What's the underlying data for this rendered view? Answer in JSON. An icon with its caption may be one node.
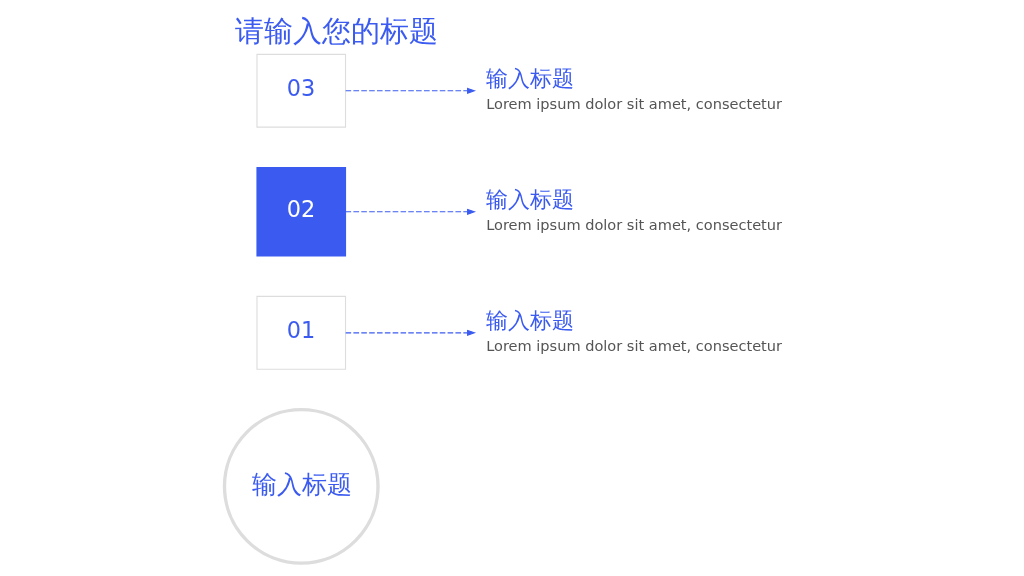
{
  "diagram": {
    "title": "请输入您的标题",
    "nodes": [
      {
        "text": [
          "输入标题"
        ]
      },
      {
        "text": [
          "01"
        ]
      },
      {
        "text": [
          "02"
        ]
      },
      {
        "text": [
          "03"
        ]
      },
      {
        "text": [
          "输入标题",
          "Lorem ipsum dolor sit amet, consectetur"
        ]
      },
      {
        "text": [
          "输入标题",
          "Lorem ipsum dolor sit amet, consectetur"
        ]
      },
      {
        "text": [
          "输入标题",
          "Lorem ipsum dolor sit amet, consectetur"
        ]
      }
    ],
    "edges": [
      {
        "from": 1,
        "to": 4,
        "arrow": "to",
        "style": "dashed"
      },
      {
        "from": 2,
        "to": 5,
        "arrow": "to",
        "style": "dashed"
      },
      {
        "from": 3,
        "to": 6,
        "arrow": "to",
        "style": "dashed"
      }
    ]
  }
}
